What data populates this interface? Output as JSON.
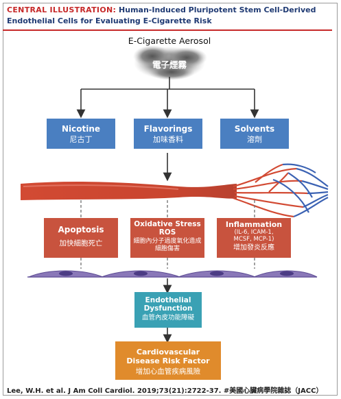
{
  "header": {
    "tag": "CENTRAL ILLUSTRATION:",
    "title_line1": "Human-Induced Pluripotent Stem Cell-Derived",
    "title_line2": "Endothelial Cells for Evaluating E-Cigarette Risk"
  },
  "aerosol": {
    "label_en": "E-Cigarette Aerosol",
    "label_zh": "電子煙霧"
  },
  "components": [
    {
      "en": "Nicotine",
      "zh": "尼古丁"
    },
    {
      "en": "Flavorings",
      "zh": "加味香料"
    },
    {
      "en": "Solvents",
      "zh": "溶劑"
    }
  ],
  "effects": [
    {
      "en": "Apoptosis",
      "zh": "加快細胞死亡"
    },
    {
      "en": "Oxidative Stress ROS",
      "zh": "細胞內分子過度氧化造成細胞傷害"
    },
    {
      "en": "Inflammation",
      "detail": "(IL-6, ICAM-1, MCSF, MCP-1)",
      "zh": "增加發炎反應"
    }
  ],
  "dysfunction": {
    "en": "Endothelial Dysfunction",
    "zh": "血管內皮功能障礙"
  },
  "risk": {
    "en": "Cardiovascular Disease Risk Factor",
    "zh": "增加心血管疾病風險"
  },
  "source": "Lee, W.H. et al. J Am Coll Cardiol. 2019;73(21):2722-37. #美國心臟病學院雜誌（JACC）",
  "colors": {
    "header_red": "#c62828",
    "header_navy": "#1f3a73",
    "component_blue": "#4a7fc1",
    "effect_red": "#c8533e",
    "dysfunction_teal": "#3aa1b4",
    "risk_orange": "#e08b2c",
    "vessel_red": "#d24a33",
    "vessel_blue": "#3b62b3",
    "endothelial_purple": "#8a78b8"
  }
}
